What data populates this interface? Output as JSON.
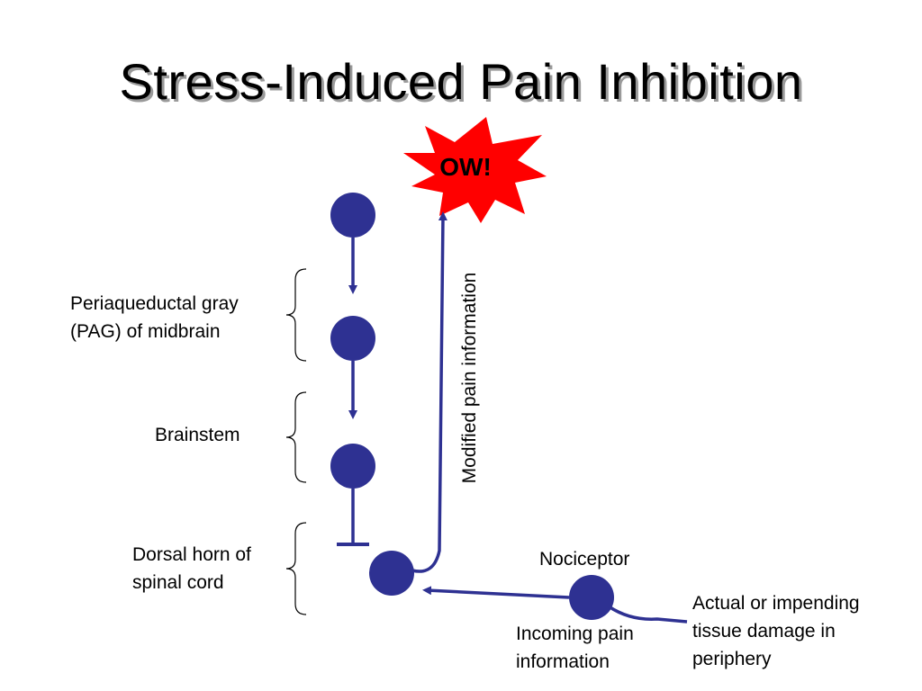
{
  "slide": {
    "title": "Stress-Induced Pain Inhibition",
    "burst_text": "OW!",
    "labels": {
      "pag": [
        "Periaqueductal gray",
        "(PAG) of midbrain"
      ],
      "brainstem": "Brainstem",
      "dorsal_horn": [
        "Dorsal horn of",
        "spinal cord"
      ],
      "nociceptor": "Nociceptor",
      "modified": "Modified pain information",
      "incoming": [
        "Incoming pain",
        "information"
      ],
      "tissue": [
        "Actual or impending",
        "tissue damage in",
        "periphery"
      ]
    },
    "colors": {
      "neuron": "#2e3192",
      "burst": "#ff0000",
      "brace": "#000000"
    }
  }
}
